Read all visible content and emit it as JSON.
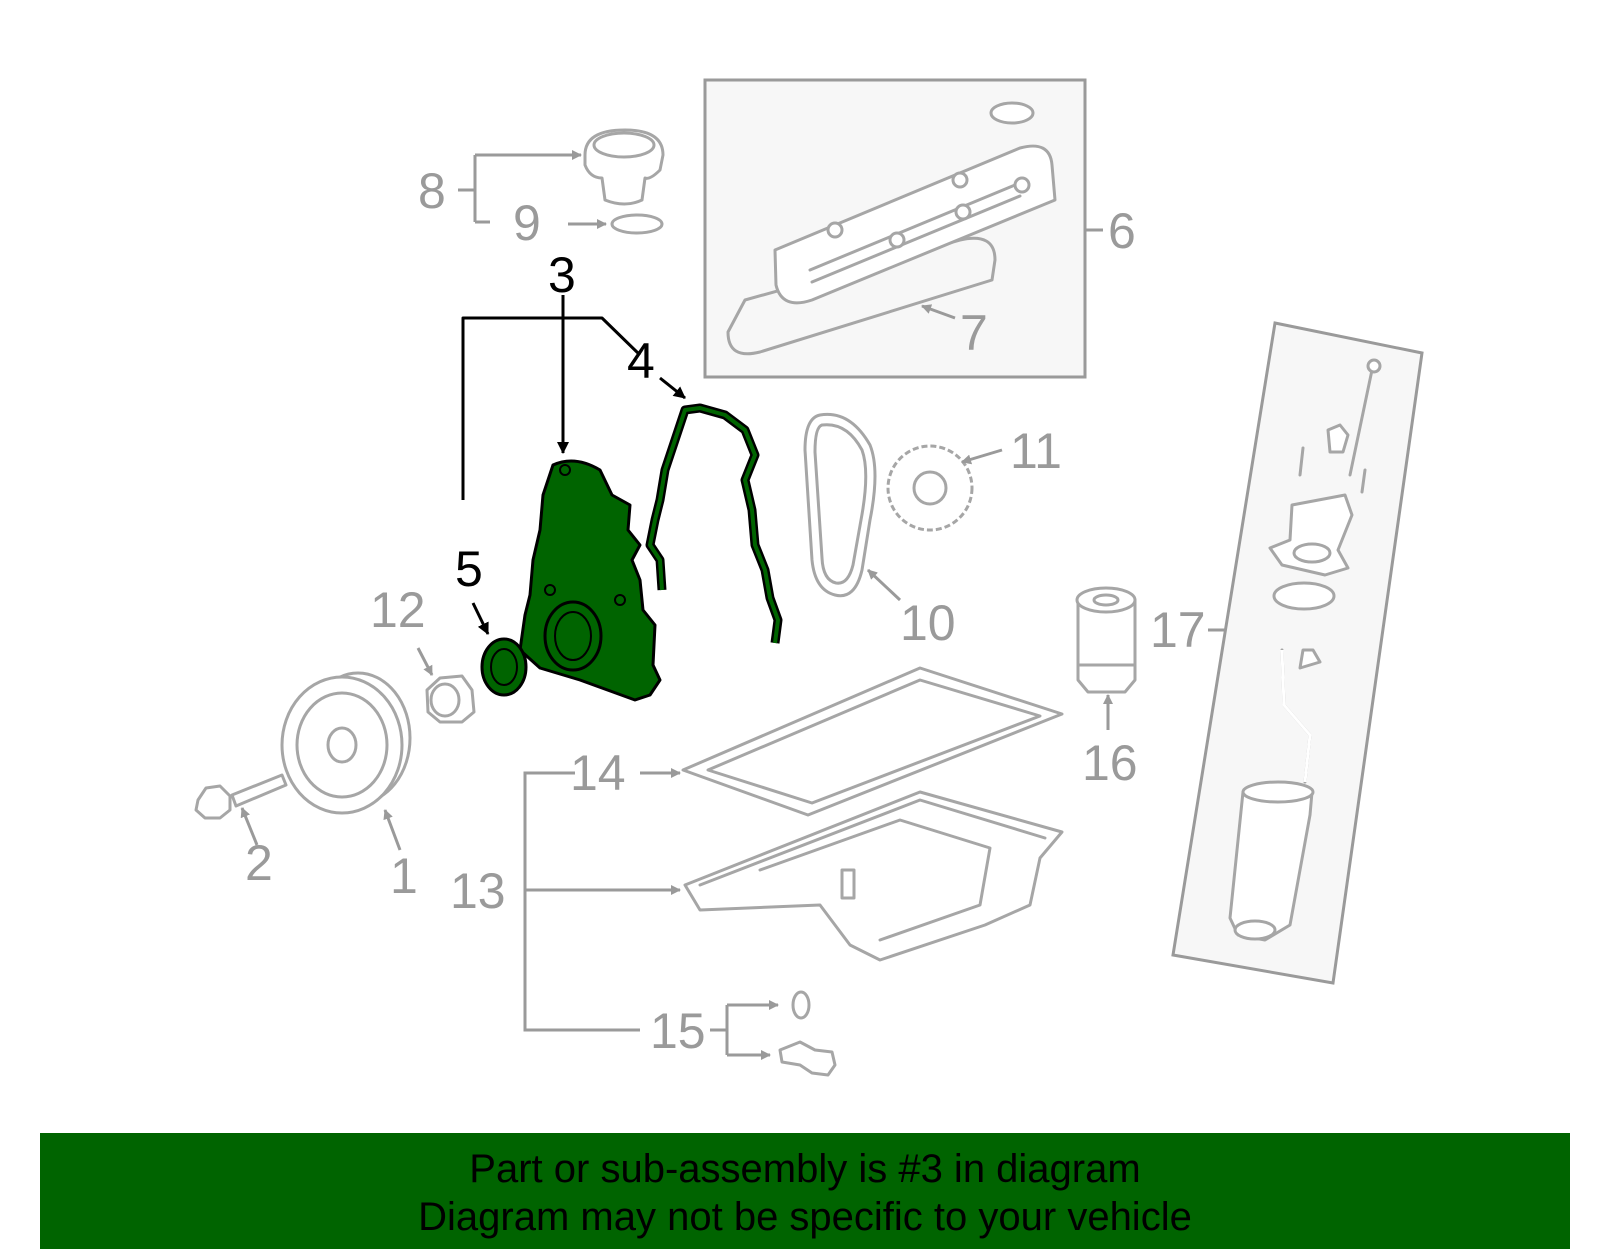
{
  "diagram": {
    "callouts": {
      "c1": "1",
      "c2": "2",
      "c3": "3",
      "c4": "4",
      "c5": "5",
      "c6": "6",
      "c7": "7",
      "c8": "8",
      "c9": "9",
      "c10": "10",
      "c11": "11",
      "c12": "12",
      "c13": "13",
      "c14": "14",
      "c15": "15",
      "c16": "16",
      "c17": "17"
    },
    "highlighted_part": "3",
    "colors": {
      "highlight_fill": "#006400",
      "part_outline": "#a6a6a6",
      "callout_gray": "#9a9a9a",
      "callout_active": "#000000"
    }
  },
  "banner": {
    "line1": "Part or sub-assembly is #3 in diagram",
    "line2": "Diagram may not be specific to your vehicle",
    "background": "#006400"
  }
}
